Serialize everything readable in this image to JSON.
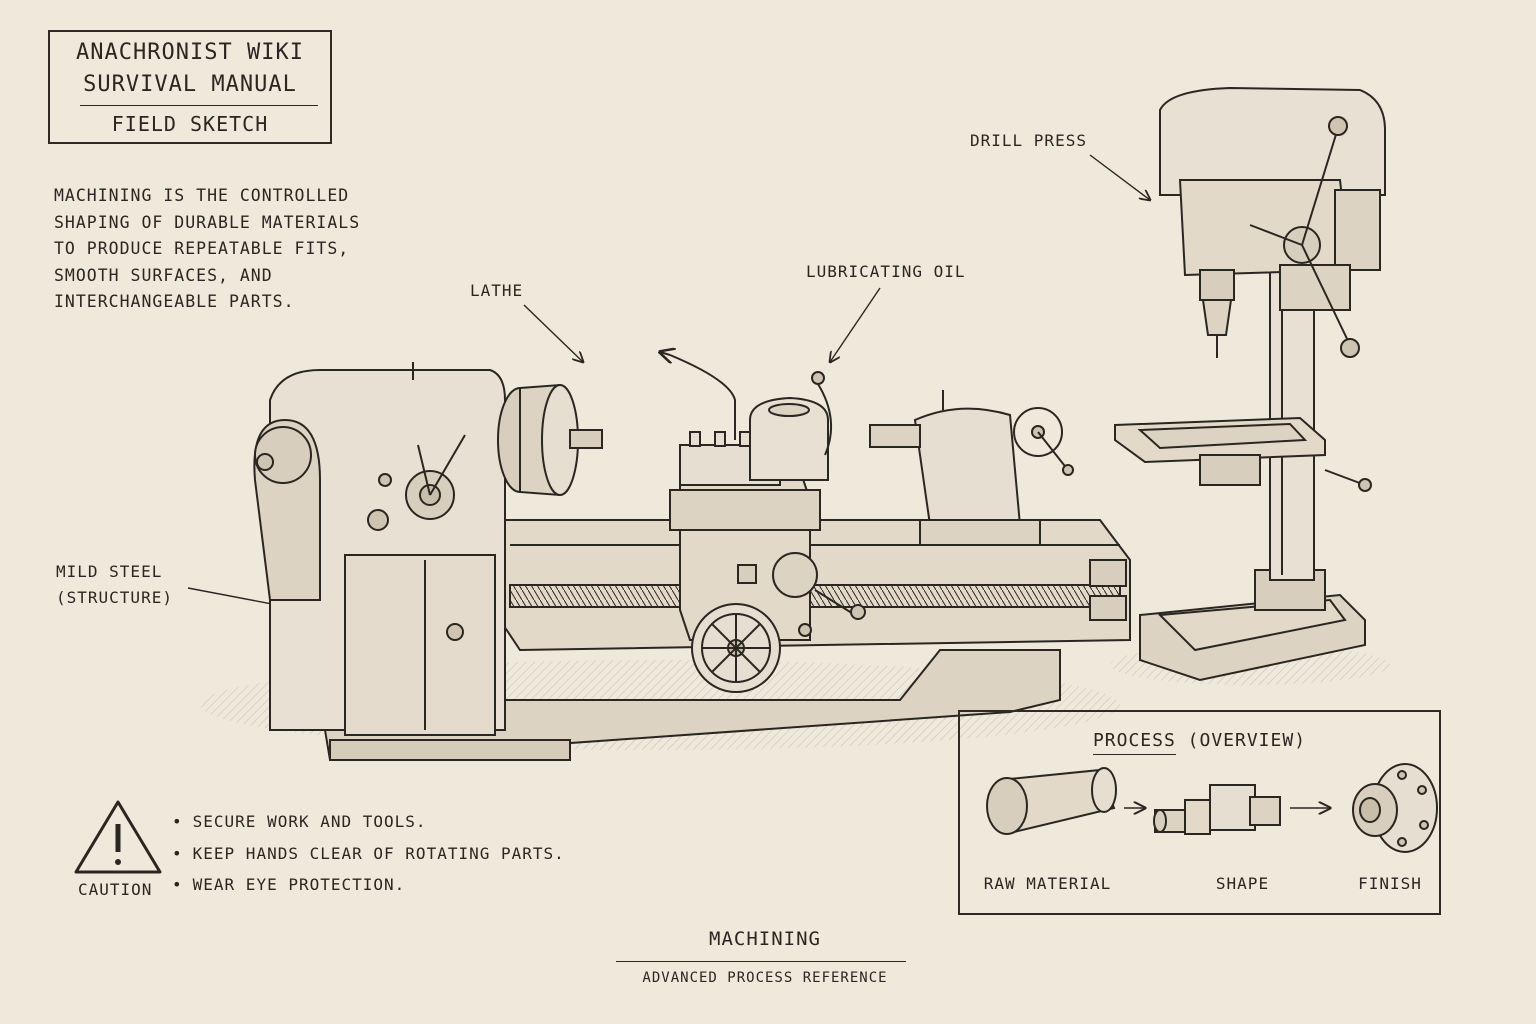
{
  "header": {
    "line1": "ANACHRONIST WIKI",
    "line2": "SURVIVAL MANUAL",
    "line3": "FIELD SKETCH"
  },
  "intro": {
    "lines": [
      "MACHINING IS THE CONTROLLED",
      "SHAPING OF DURABLE MATERIALS",
      "TO PRODUCE REPEATABLE FITS,",
      "SMOOTH SURFACES, AND",
      "INTERCHANGEABLE PARTS."
    ]
  },
  "callouts": {
    "lathe": "LATHE",
    "lubricating_oil": "LUBRICATING OIL",
    "drill_press": "DRILL PRESS",
    "mild_steel_1": "MILD STEEL",
    "mild_steel_2": "(STRUCTURE)"
  },
  "process": {
    "title_main": "PROCESS",
    "title_sub": "(OVERVIEW)",
    "stages": [
      "RAW MATERIAL",
      "SHAPE",
      "FINISH"
    ]
  },
  "caution": {
    "label": "CAUTION",
    "bullets": [
      "SECURE WORK AND TOOLS.",
      "KEEP HANDS CLEAR OF ROTATING PARTS.",
      "WEAR EYE PROTECTION."
    ]
  },
  "footer": {
    "title": "MACHINING",
    "subtitle": "ADVANCED PROCESS REFERENCE"
  },
  "colors": {
    "paper": "#efe9dc",
    "ink": "#2a2621"
  }
}
